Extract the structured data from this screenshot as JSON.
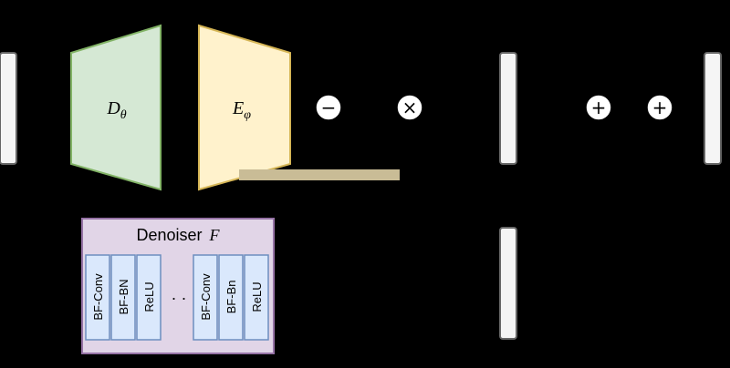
{
  "colors": {
    "background": "#000000",
    "tensor_fill": "#f5f5f5",
    "tensor_stroke": "#666666",
    "decoder_fill": "#d5e8d4",
    "decoder_stroke": "#82b366",
    "encoder_fill": "#fff2cc",
    "encoder_stroke": "#d6b656",
    "encoder_bar": "#c9bc96",
    "denoiser_fill": "#e1d5e7",
    "denoiser_stroke": "#9673a6",
    "layer_fill": "#dae8fc",
    "layer_stroke": "#6c8ebf",
    "op_fill": "#ffffff"
  },
  "decoder": {
    "symbol": "D",
    "subscript": "θ"
  },
  "encoder": {
    "symbol": "E",
    "subscript": "φ"
  },
  "operators": {
    "minus": "−",
    "times": "×",
    "plus_1": "+",
    "plus_2": "+"
  },
  "denoiser": {
    "title": "Denoiser",
    "symbol": "F",
    "ellipsis": "· ·",
    "layers_group_1": [
      "BF-Conv",
      "BF-BN",
      "ReLU"
    ],
    "layers_group_2": [
      "BF-Conv",
      "BF-Bn",
      "ReLU"
    ]
  }
}
